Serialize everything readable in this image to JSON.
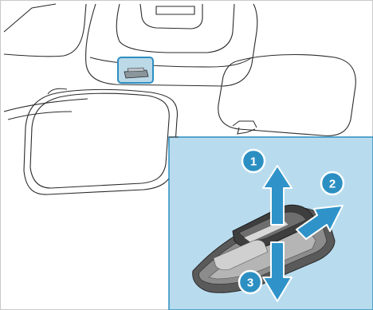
{
  "callouts": [
    {
      "number": "1",
      "action": "up"
    },
    {
      "number": "2",
      "action": "right"
    },
    {
      "number": "3",
      "action": "down"
    }
  ],
  "colors": {
    "line": "#2b2b2b",
    "highlight_fill": "#bcd9e8",
    "highlight_stroke": "#2c8fc2",
    "detail_background": "#b8dcee",
    "callout_fill": "#2c8fc2",
    "arrow_fill": "#2f93c9",
    "arrow_stroke": "#ffffff"
  },
  "icons": [
    "overhead-switch-icon",
    "arrow-up-icon",
    "arrow-right-icon",
    "arrow-down-icon"
  ]
}
